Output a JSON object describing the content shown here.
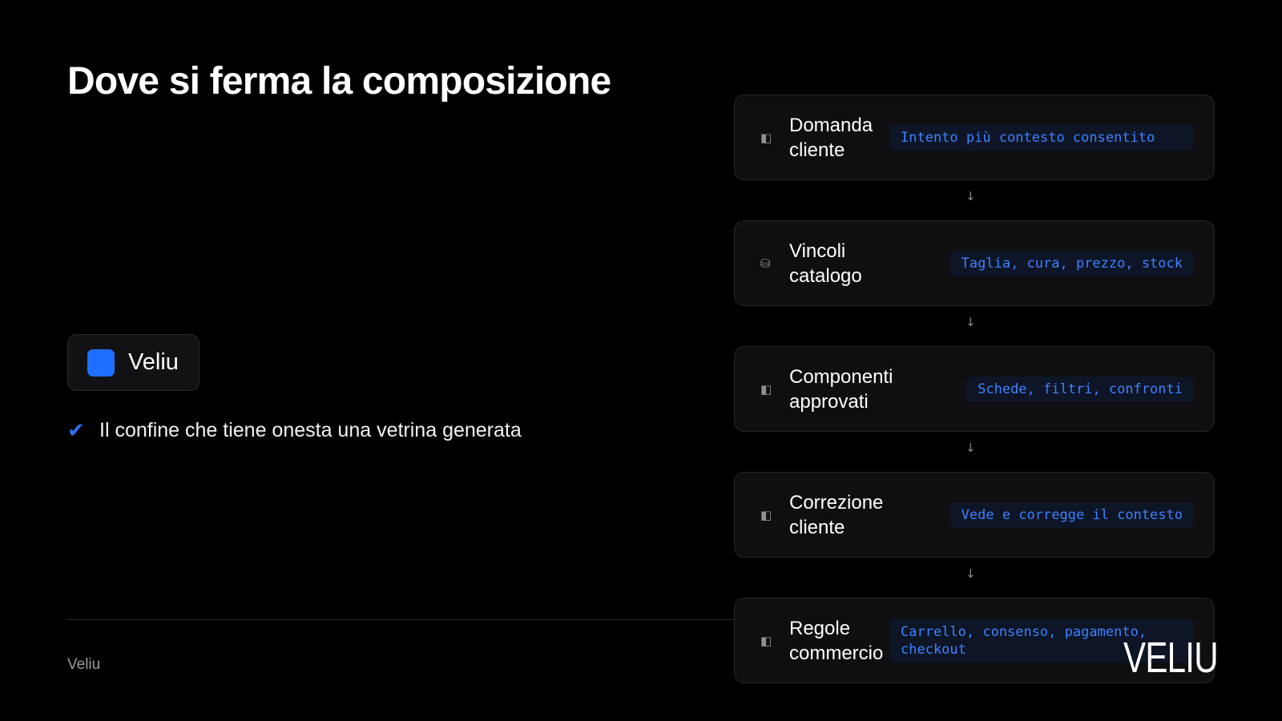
{
  "slide": {
    "title": "Dove si ferma la composizione"
  },
  "brand_chip": {
    "name": "Veliu",
    "color": "#1f6fff"
  },
  "point": {
    "icon": "checkmark-icon",
    "text": "Il confine che tiene onesta una vetrina generata"
  },
  "flow": {
    "steps": [
      {
        "icon": "panel-icon",
        "label": "Domanda cliente",
        "tag": "Intento più contesto consentito"
      },
      {
        "icon": "database-icon",
        "label": "Vincoli catalogo",
        "tag": "Taglia, cura, prezzo, stock"
      },
      {
        "icon": "panel-icon",
        "label": "Componenti approvati",
        "tag": "Schede, filtri, confronti"
      },
      {
        "icon": "panel-icon",
        "label": "Correzione cliente",
        "tag": "Vede e corregge il contesto"
      },
      {
        "icon": "panel-icon",
        "label": "Regole commercio",
        "tag": "Carrello, consenso, pagamento, checkout"
      }
    ],
    "arrow_glyph": "↓"
  },
  "footer": {
    "label": "Veliu",
    "logo_text": "VELIU"
  },
  "colors": {
    "background": "#000000",
    "accent": "#3b82ff",
    "card": "#0f0f11"
  }
}
